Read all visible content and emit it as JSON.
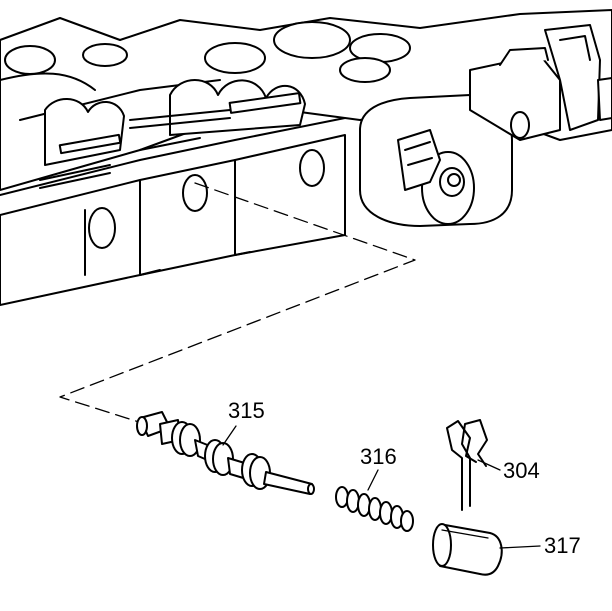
{
  "labels": {
    "valve": "315",
    "spring": "316",
    "clip": "304",
    "plug": "317"
  }
}
